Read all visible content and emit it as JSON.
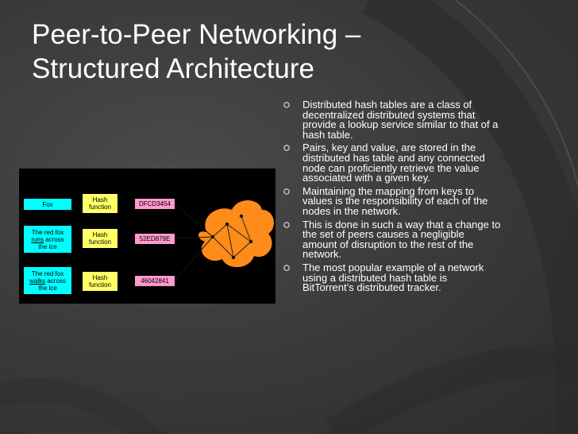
{
  "slide": {
    "title_line1": "Peer-to-Peer Networking –",
    "title_line2": "Structured Architecture"
  },
  "bullets": [
    {
      "text": "Distributed hash tables are a class of decentralized distributed systems that provide a lookup service similar to that of a hash table."
    },
    {
      "text": "Pairs, key and value, are stored in the distributed has table and any connected node can proficiently retrieve the value associated with a given key."
    },
    {
      "text": "Maintaining the mapping from keys to values is the responsibility of each of the nodes in the network."
    },
    {
      "text": "This is done in such a way that a change to the set of peers causes a negligible amount of disruption to the rest of the network."
    },
    {
      "text": "The most popular example of a network using a distributed hash table is BitTorrent’s distributed tracker."
    }
  ],
  "diagram": {
    "rows": [
      {
        "key_parts": [
          "Fox"
        ],
        "func": [
          "Hash",
          "function"
        ],
        "hash": "DFCD3454"
      },
      {
        "key_parts": [
          "The red fox",
          "runs",
          " across",
          "the ice"
        ],
        "func": [
          "Hash",
          "function"
        ],
        "hash": "52ED879E"
      },
      {
        "key_parts": [
          "The red fox",
          "walks",
          " across",
          "the ice"
        ],
        "func": [
          "Hash",
          "function"
        ],
        "hash": "46042841"
      }
    ]
  },
  "colors": {
    "background": "#3c3c3c",
    "key_box": "#00ffff",
    "function_box": "#ffff66",
    "hash_box": "#ff99cc",
    "cloud": "#ff8c1a"
  }
}
